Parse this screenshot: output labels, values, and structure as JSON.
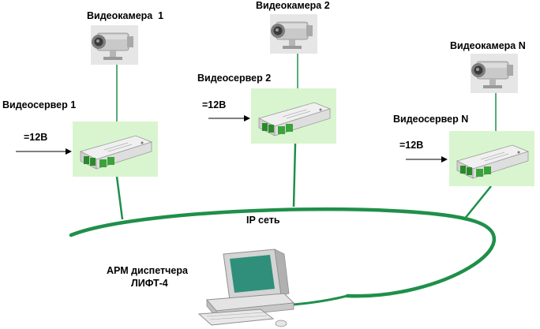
{
  "labels": {
    "camera1": "Видеокамера  1",
    "camera2": "Видеокамера 2",
    "cameraN": "Видеокамера N",
    "server1": "Видеосервер 1",
    "server2": "Видеосервер 2",
    "serverN": "Видеосервер N",
    "power1": "=12В",
    "power2": "=12В",
    "powerN": "=12В",
    "network": "IP сеть",
    "workstation_line1": "АРМ диспетчера",
    "workstation_line2": "ЛИФТ-4"
  },
  "colors": {
    "link": "#1f8f4a",
    "server_bg": "#d9f5cf",
    "monitor_screen": "#2f8f7a"
  }
}
